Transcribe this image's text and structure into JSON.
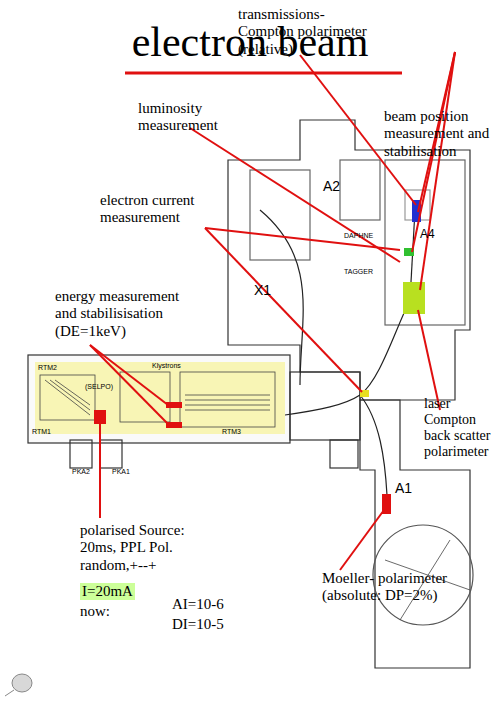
{
  "diagram": {
    "title": "electron beam",
    "nodes": [
      {
        "text": [
          "I=20mA"
        ]
      }
    ],
    "labels": [
      "transmissions- Compton polarimeter (relative)",
      "luminosity measurement",
      "beam position measurement and stabilisation",
      "electron current measurement",
      "energy measurement and stabilisisation (DE=1keV)",
      "laser Compton back scatter polarimeter",
      "polarised Source: 20ms, PPL Pol. random,+--+",
      "now:",
      "AI=10-6",
      "DI=10-5",
      "Moeller- polarimeter (absolute: DP=2%)",
      "RTM2",
      "(SELPO)",
      "Klystrons",
      "RTM1",
      "PKA2",
      "PKA1",
      "RTM3",
      "A2",
      "DAPHNE",
      "X1",
      "TAGGER",
      "A4",
      "A1"
    ]
  }
}
